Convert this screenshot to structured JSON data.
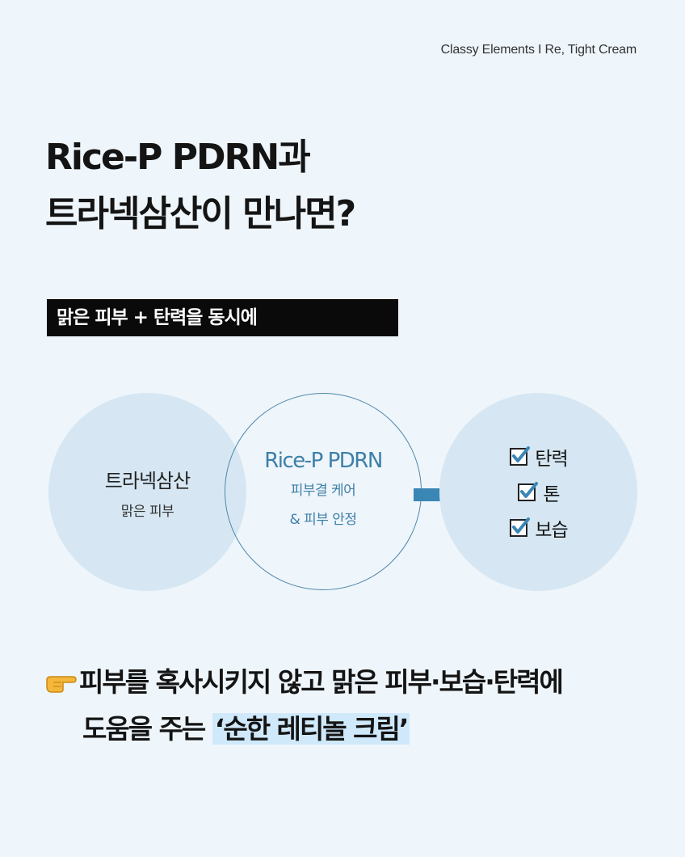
{
  "brand": "Classy Elements I Re, Tight Cream",
  "title": {
    "line1": "Rice-P PDRN과",
    "line2": "트라넥삼산이 만나면?"
  },
  "tag": "맑은 피부 + 탄력을 동시에",
  "circles": {
    "left": {
      "main": "트라넥삼산",
      "sub": "맑은 피부"
    },
    "center": {
      "main": "Rice-P PDRN",
      "sub1": "피부결 케어",
      "sub2": "& 피부 안정"
    },
    "right": {
      "items": [
        "탄력",
        "톤",
        "보습"
      ]
    }
  },
  "bottom": {
    "line1": "피부를 혹사시키지 않고 맑은 피부·보습·탄력에",
    "line2_prefix": "도움을 주는",
    "line2_highlight": "‘순한 레티놀 크림’"
  },
  "icons": {
    "hand": "pointing-hand-icon",
    "check": "checkbox-checked-icon",
    "arrow": "arrow-right-icon"
  },
  "colors": {
    "background": "#eef5fb",
    "circle_fill": "#d6e7f3",
    "accent_blue": "#3d7fa8",
    "highlight": "#cfe9fb"
  }
}
